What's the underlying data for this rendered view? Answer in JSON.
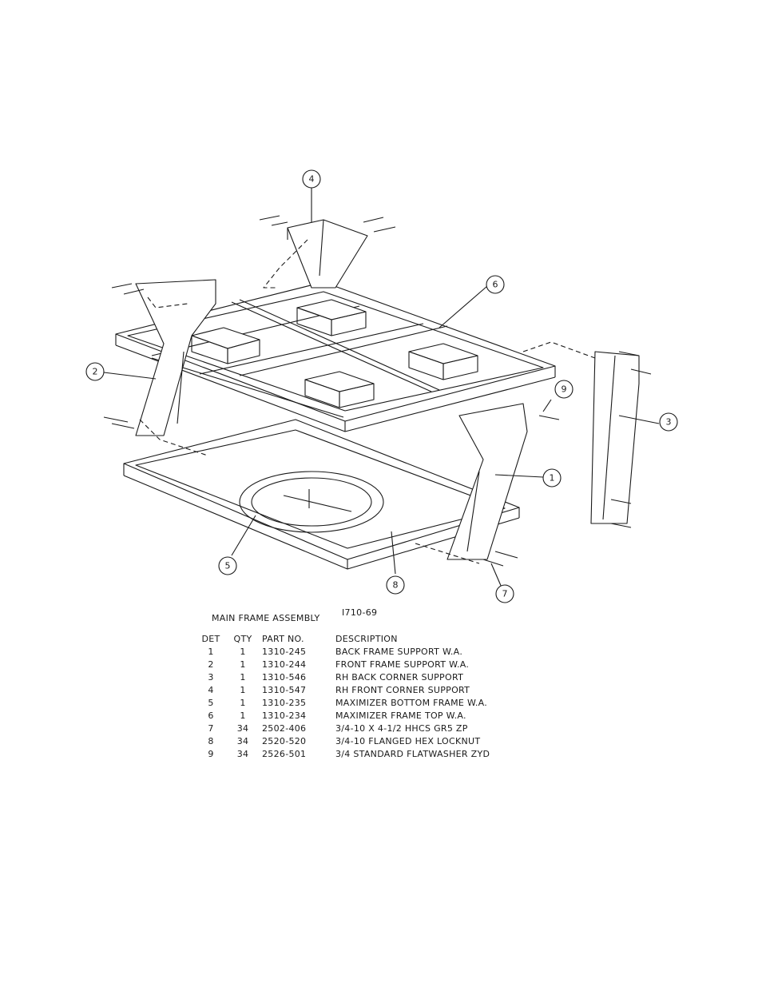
{
  "callouts": [
    {
      "id": "4"
    },
    {
      "id": "6"
    },
    {
      "id": "2"
    },
    {
      "id": "9"
    },
    {
      "id": "3"
    },
    {
      "id": "1"
    },
    {
      "id": "5"
    },
    {
      "id": "8"
    },
    {
      "id": "7"
    }
  ],
  "title": "MAIN FRAME ASSEMBLY",
  "drawing_number": "I710-69",
  "table": {
    "headers": {
      "det": "DET",
      "qty": "QTY",
      "part_no": "PART NO.",
      "description": "DESCRIPTION"
    },
    "rows": [
      {
        "det": "1",
        "qty": "1",
        "part_no": "1310-245",
        "description": "BACK FRAME SUPPORT W.A."
      },
      {
        "det": "2",
        "qty": "1",
        "part_no": "1310-244",
        "description": "FRONT FRAME SUPPORT W.A."
      },
      {
        "det": "3",
        "qty": "1",
        "part_no": "1310-546",
        "description": "RH BACK CORNER SUPPORT"
      },
      {
        "det": "4",
        "qty": "1",
        "part_no": "1310-547",
        "description": "RH FRONT CORNER SUPPORT"
      },
      {
        "det": "5",
        "qty": "1",
        "part_no": "1310-235",
        "description": "MAXIMIZER BOTTOM FRAME W.A."
      },
      {
        "det": "6",
        "qty": "1",
        "part_no": "1310-234",
        "description": "MAXIMIZER FRAME TOP W.A."
      },
      {
        "det": "7",
        "qty": "34",
        "part_no": "2502-406",
        "description": "3/4-10 X 4-1/2 HHCS GR5 ZP"
      },
      {
        "det": "8",
        "qty": "34",
        "part_no": "2520-520",
        "description": "3/4-10 FLANGED HEX LOCKNUT"
      },
      {
        "det": "9",
        "qty": "34",
        "part_no": "2526-501",
        "description": "3/4 STANDARD FLATWASHER ZYD"
      }
    ]
  }
}
